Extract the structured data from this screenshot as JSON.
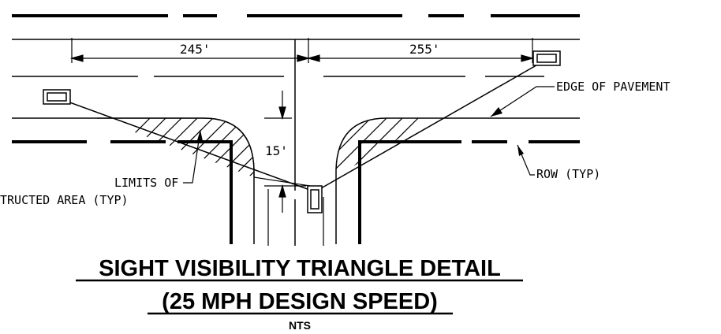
{
  "dimensions": {
    "left_distance": "245'",
    "right_distance": "255'",
    "setback": "15'"
  },
  "labels": {
    "edge_of_pavement": "EDGE OF PAVEMENT",
    "row": "ROW (TYP)",
    "limits_line1": "LIMITS OF",
    "limits_line2": "TRUCTED AREA (TYP)"
  },
  "title": {
    "main": "SIGHT VISIBILITY TRIANGLE DETAIL",
    "sub": "(25 MPH DESIGN SPEED)",
    "scale": "NTS"
  }
}
